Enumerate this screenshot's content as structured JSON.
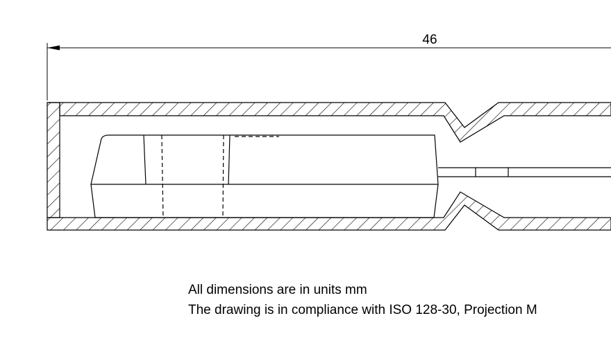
{
  "dimension": {
    "overall_length": "46"
  },
  "notes": {
    "units": "All dimensions are in units mm",
    "compliance": "The drawing is in compliance with ISO 128-30, Projection M"
  },
  "colors": {
    "line": "#000000",
    "background": "#ffffff"
  }
}
